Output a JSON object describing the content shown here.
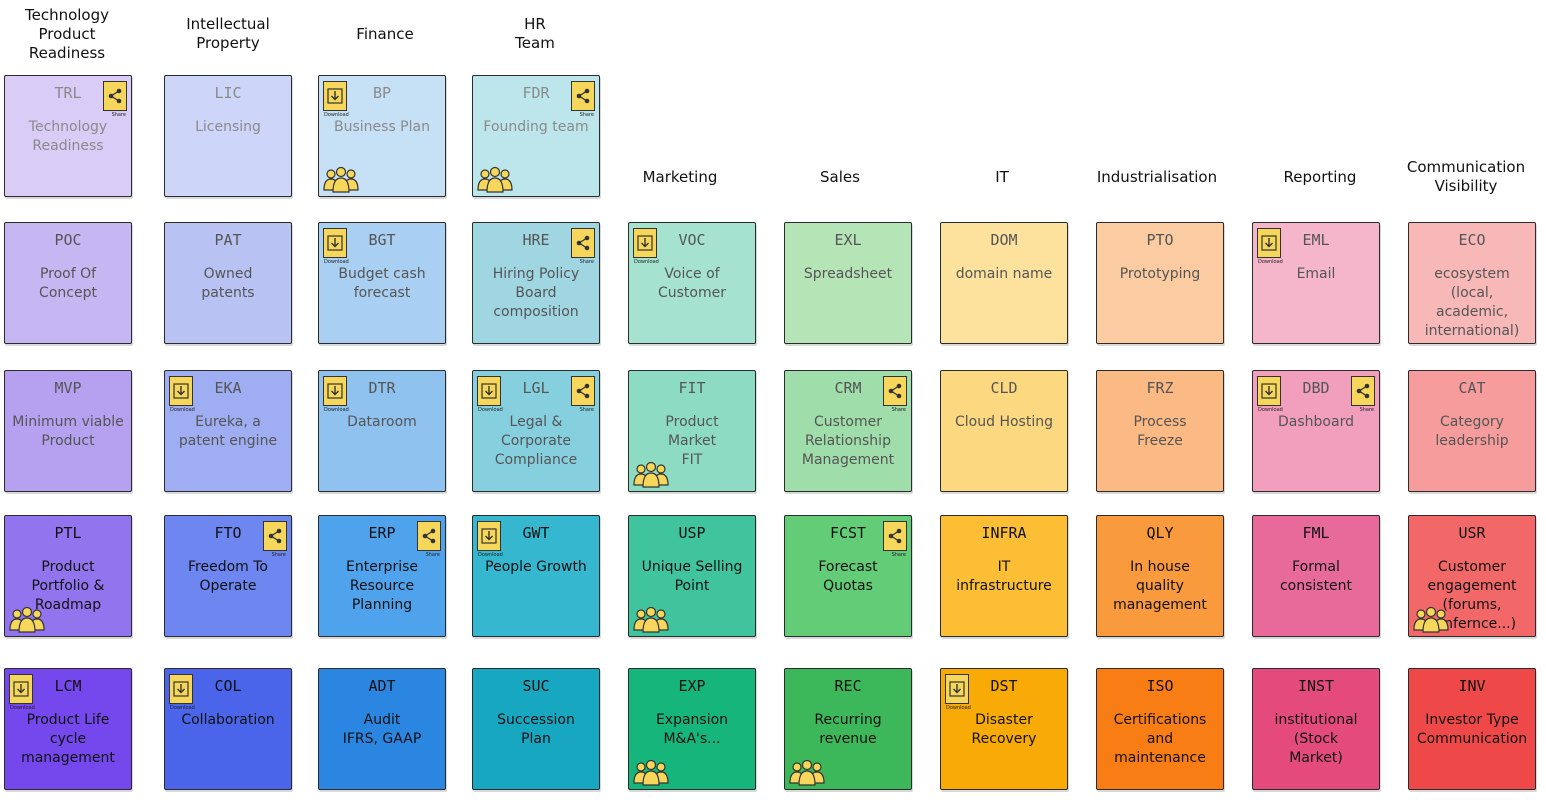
{
  "columns": [
    {
      "id": "c1",
      "title": "Technology\nProduct\nReadiness"
    },
    {
      "id": "c2",
      "title": "Intellectual\nProperty"
    },
    {
      "id": "c3",
      "title": "Finance"
    },
    {
      "id": "c4",
      "title": "HR\nTeam"
    },
    {
      "id": "c5",
      "title": "Marketing"
    },
    {
      "id": "c6",
      "title": "Sales"
    },
    {
      "id": "c7",
      "title": "IT"
    },
    {
      "id": "c8",
      "title": "Industrialisation"
    },
    {
      "id": "c9",
      "title": "Reporting"
    },
    {
      "id": "c10",
      "title": "Communication\nVisibility"
    }
  ],
  "badge_labels": {
    "download": "Download",
    "share": "Share"
  },
  "cards": [
    {
      "code": "TRL",
      "label": "Technology\nReadiness",
      "color": "#d9ccf6",
      "share": true
    },
    {
      "code": "LIC",
      "label": "Licensing",
      "color": "#cdd5f8"
    },
    {
      "code": "BP",
      "label": "Business Plan",
      "color": "#c6e0f6",
      "download": true,
      "team": true
    },
    {
      "code": "FDR",
      "label": "Founding team",
      "color": "#bde6ec",
      "share": true,
      "team": true
    },
    {
      "code": "POC",
      "label": "Proof Of\nConcept",
      "color": "#c6b7f2"
    },
    {
      "code": "PAT",
      "label": "Owned\npatents",
      "color": "#b8c3f4"
    },
    {
      "code": "BGT",
      "label": "Budget cash\nforecast",
      "color": "#a9d0f2",
      "download": true
    },
    {
      "code": "HRE",
      "label": "Hiring Policy\nBoard\ncomposition",
      "color": "#9fd6e2",
      "share": true
    },
    {
      "code": "VOC",
      "label": "Voice of\nCustomer",
      "color": "#a5e3d0",
      "download": true
    },
    {
      "code": "EXL",
      "label": "Spreadsheet",
      "color": "#b5e5b7"
    },
    {
      "code": "DOM",
      "label": "domain name",
      "color": "#fde29e"
    },
    {
      "code": "PTO",
      "label": "Prototyping",
      "color": "#fbcba1"
    },
    {
      "code": "EML",
      "label": "Email",
      "color": "#f5b5cb",
      "download": true
    },
    {
      "code": "ECO",
      "label": "ecosystem\n(local,\nacademic,\ninternational)",
      "color": "#f8b8b8"
    },
    {
      "code": "MVP",
      "label": "Minimum viable\nProduct",
      "color": "#b5a1ef"
    },
    {
      "code": "EKA",
      "label": "Eureka, a\npatent engine",
      "color": "#9fadf2",
      "download": true
    },
    {
      "code": "DTR",
      "label": "Dataroom",
      "color": "#8fc2ef",
      "download": true
    },
    {
      "code": "LGL",
      "label": "Legal &\nCorporate\nCompliance",
      "color": "#86cfdf",
      "download": true,
      "share": true
    },
    {
      "code": "FIT",
      "label": "Product\nMarket\nFIT",
      "color": "#8ddbc2",
      "team": true
    },
    {
      "code": "CRM",
      "label": "Customer\nRelationship\nManagement",
      "color": "#9fddaa",
      "share": true
    },
    {
      "code": "CLD",
      "label": "Cloud Hosting",
      "color": "#fcd880"
    },
    {
      "code": "FRZ",
      "label": "Process\nFreeze",
      "color": "#fbb983"
    },
    {
      "code": "DBD",
      "label": "Dashboard",
      "color": "#f19fbc",
      "download": true,
      "share": true
    },
    {
      "code": "CAT",
      "label": "Category\nleadership",
      "color": "#f69c9c"
    },
    {
      "code": "PTL",
      "label": "Product\nPortfolio &\nRoadmap",
      "color": "#9275ee",
      "team": true
    },
    {
      "code": "FTO",
      "label": "Freedom To\nOperate",
      "color": "#6e86ef",
      "share": true
    },
    {
      "code": "ERP",
      "label": "Enterprise\nResource\nPlanning",
      "color": "#4ea3ec",
      "share": true
    },
    {
      "code": "GWT",
      "label": "People Growth",
      "color": "#35b7cf",
      "download": true
    },
    {
      "code": "USP",
      "label": "Unique Selling\nPoint",
      "color": "#3fc49e",
      "team": true
    },
    {
      "code": "FCST",
      "label": "Forecast\nQuotas",
      "color": "#62cc77",
      "share": true
    },
    {
      "code": "INFRA",
      "label": "IT\ninfrastructure",
      "color": "#fbbe35"
    },
    {
      "code": "QLY",
      "label": "In house\nquality\nmanagement",
      "color": "#f99a3c"
    },
    {
      "code": "FML",
      "label": "Formal\nconsistent",
      "color": "#e86a9a"
    },
    {
      "code": "USR",
      "label": "Customer\nengagement\n(forums,\nconfernce...)",
      "color": "#f26868",
      "team": true
    },
    {
      "code": "LCM",
      "label": "Product Life\ncycle\nmanagement",
      "color": "#7448ec",
      "download": true
    },
    {
      "code": "COL",
      "label": "Collaboration",
      "color": "#4a65ea",
      "download": true
    },
    {
      "code": "ADT",
      "label": "Audit\nIFRS, GAAP",
      "color": "#2b86e2"
    },
    {
      "code": "SUC",
      "label": "Succession\nPlan",
      "color": "#17a7c1"
    },
    {
      "code": "EXP",
      "label": "Expansion\nM&A's...",
      "color": "#16b57c",
      "team": true
    },
    {
      "code": "REC",
      "label": "Recurring\nrevenue",
      "color": "#3cb85a",
      "team": true
    },
    {
      "code": "DST",
      "label": "Disaster\nRecovery",
      "color": "#f8aa07",
      "download": true
    },
    {
      "code": "ISO",
      "label": "Certifications\nand\nmaintenance",
      "color": "#f97d15"
    },
    {
      "code": "INST",
      "label": "institutional\n(Stock\nMarket)",
      "color": "#e44a7b"
    },
    {
      "code": "INV",
      "label": "Investor Type\nCommunication",
      "color": "#ef4848"
    }
  ]
}
